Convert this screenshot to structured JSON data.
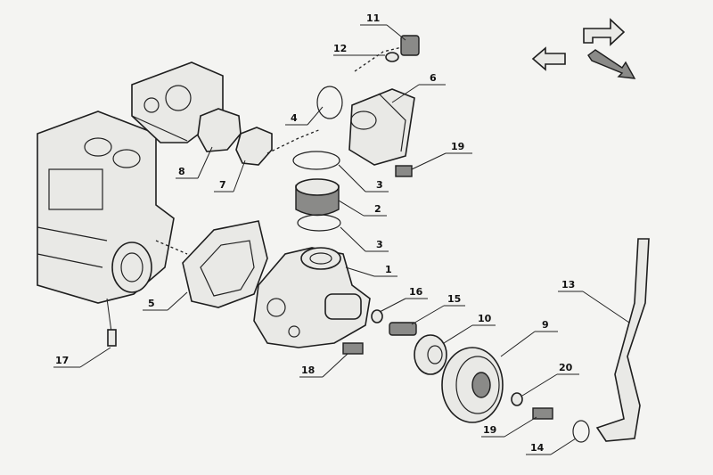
{
  "diagram": {
    "callouts": [
      {
        "id": "c11",
        "text": "11"
      },
      {
        "id": "c12",
        "text": "12"
      },
      {
        "id": "c6",
        "text": "6"
      },
      {
        "id": "c4",
        "text": "4"
      },
      {
        "id": "c19a",
        "text": "19"
      },
      {
        "id": "c8",
        "text": "8"
      },
      {
        "id": "c7",
        "text": "7"
      },
      {
        "id": "c3a",
        "text": "3"
      },
      {
        "id": "c2",
        "text": "2"
      },
      {
        "id": "c3b",
        "text": "3"
      },
      {
        "id": "c1",
        "text": "1"
      },
      {
        "id": "c5",
        "text": "5"
      },
      {
        "id": "c16",
        "text": "16"
      },
      {
        "id": "c15",
        "text": "15"
      },
      {
        "id": "c10",
        "text": "10"
      },
      {
        "id": "c9",
        "text": "9"
      },
      {
        "id": "c13",
        "text": "13"
      },
      {
        "id": "c20",
        "text": "20"
      },
      {
        "id": "c17",
        "text": "17"
      },
      {
        "id": "c18",
        "text": "18"
      },
      {
        "id": "c19b",
        "text": "19"
      },
      {
        "id": "c14",
        "text": "14"
      }
    ],
    "icons": [
      "arrow-up-right-icon",
      "arrow-left-icon",
      "arrow-down-right-icon"
    ]
  }
}
